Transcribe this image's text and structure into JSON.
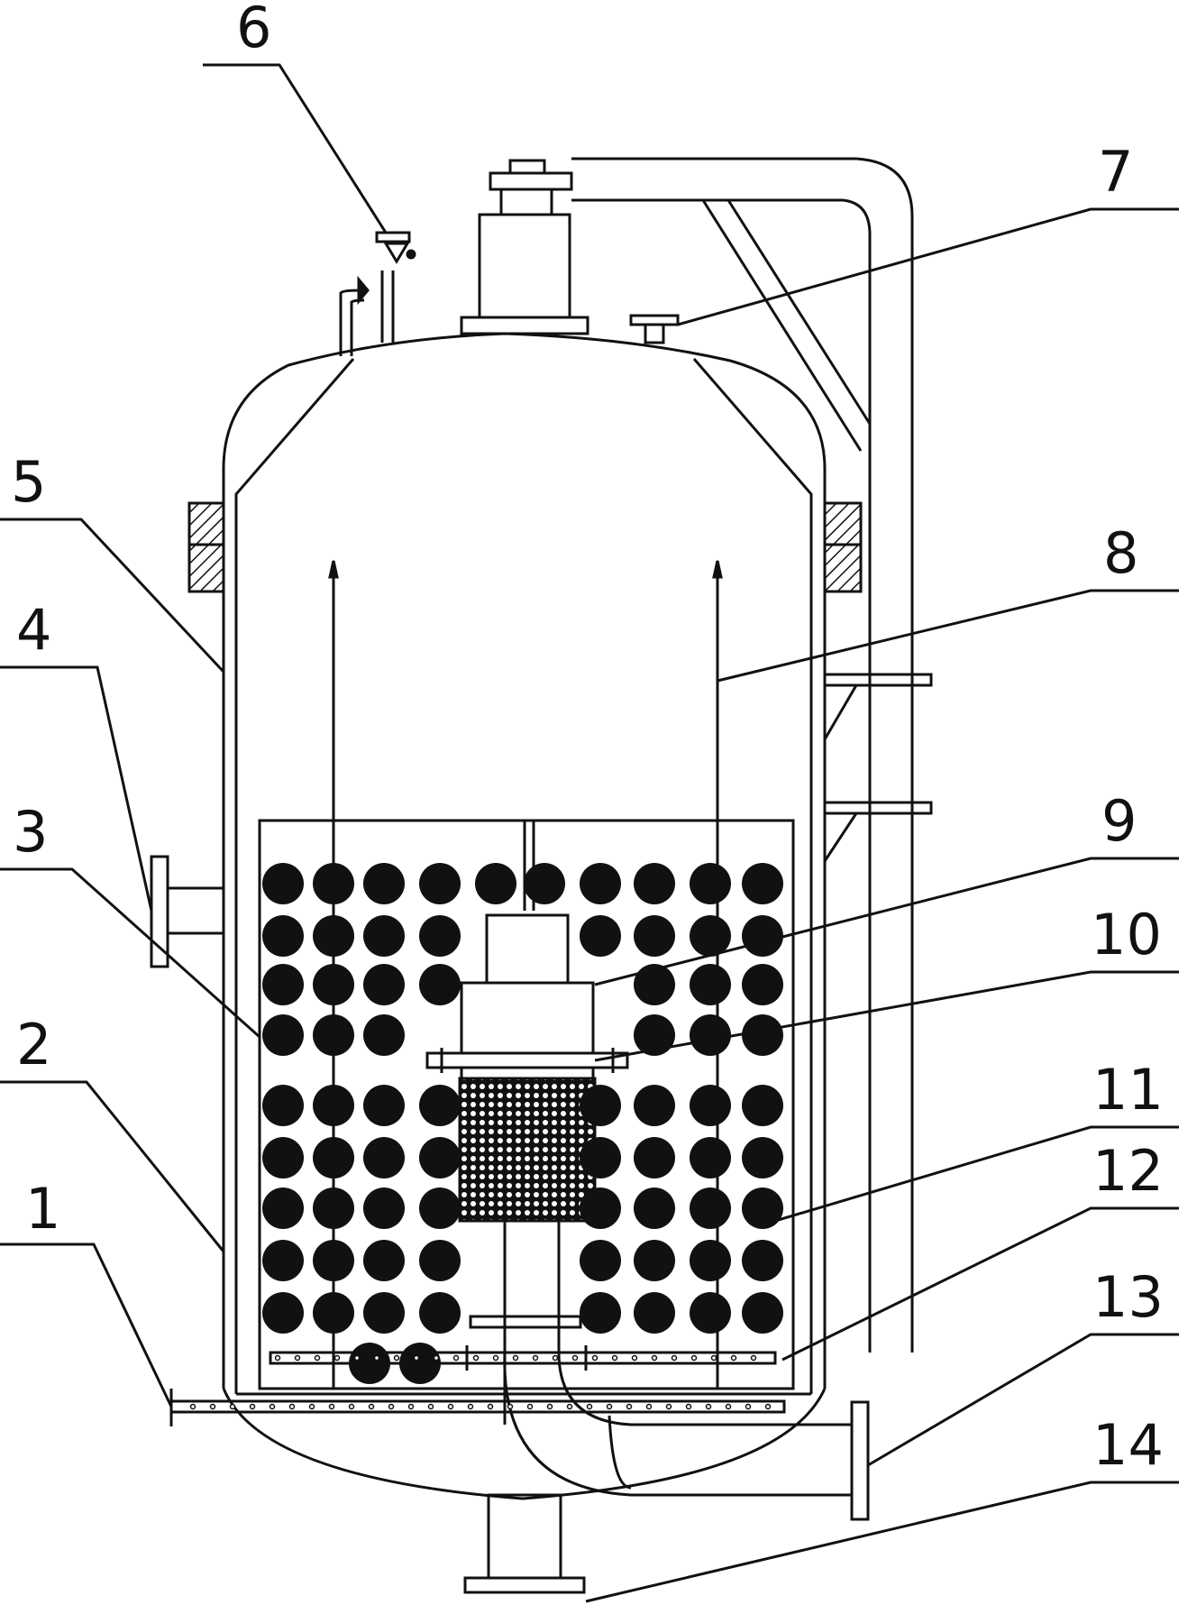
{
  "diagram": {
    "labels": [
      "1",
      "2",
      "3",
      "4",
      "5",
      "6",
      "7",
      "8",
      "9",
      "10",
      "11",
      "12",
      "13",
      "14"
    ],
    "colors": {
      "line": "#111111",
      "ball": "#111111",
      "background": "#ffffff",
      "hatch": "#111111"
    }
  }
}
